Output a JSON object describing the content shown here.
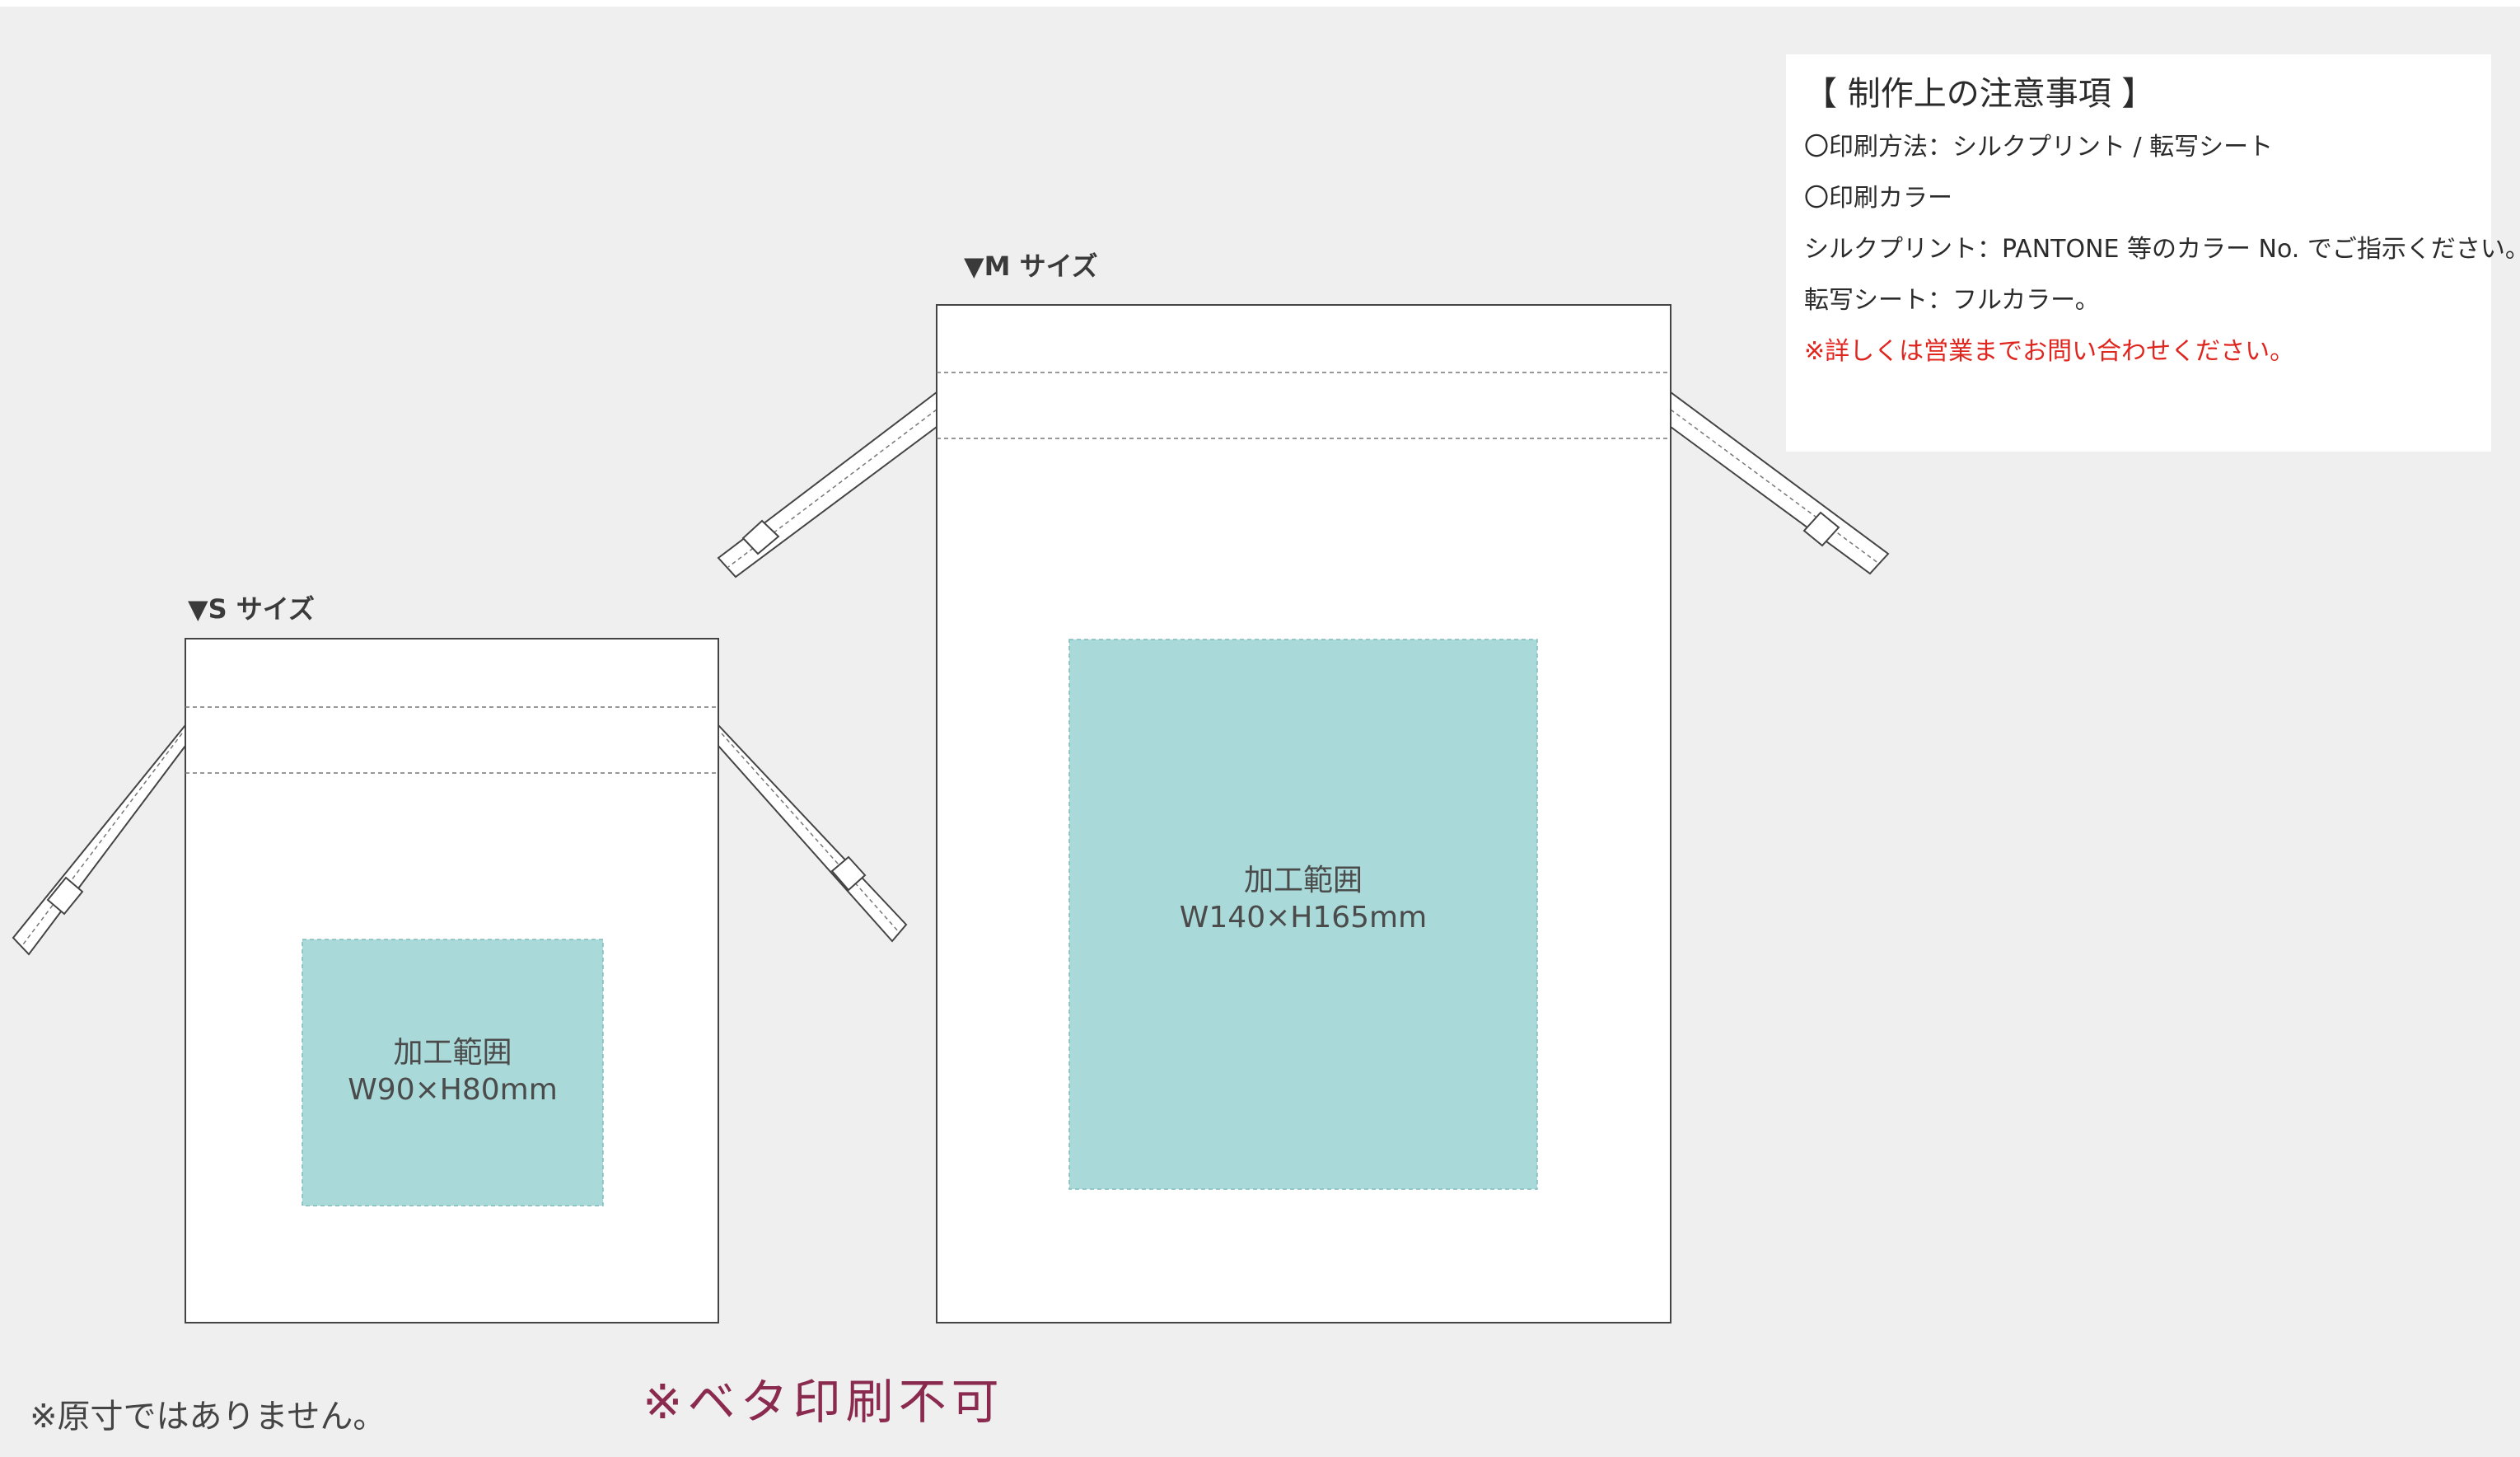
{
  "colors": {
    "background": "#eeefee",
    "bag": "#ffffff",
    "print_area": "#a9dad9",
    "note_red": "#e0251e",
    "warning": "#8b2a4f"
  },
  "bags": [
    {
      "label": "▼S サイズ",
      "area_title": "加工範囲",
      "area_size": "W90×H80mm"
    },
    {
      "label": "▼M サイズ",
      "area_title": "加工範囲",
      "area_size": "W140×H165mm"
    }
  ],
  "notes": {
    "title": "【 制作上の注意事項 】",
    "lines": [
      "〇印刷方法：シルクプリント / 転写シート",
      "〇印刷カラー",
      "シルクプリント：PANTONE 等のカラー No. でご指示ください。",
      "転写シート：フルカラー。"
    ],
    "red_line": "※詳しくは営業までお問い合わせください。"
  },
  "footnote": "※原寸ではありません。",
  "warning": "※ベタ印刷不可"
}
